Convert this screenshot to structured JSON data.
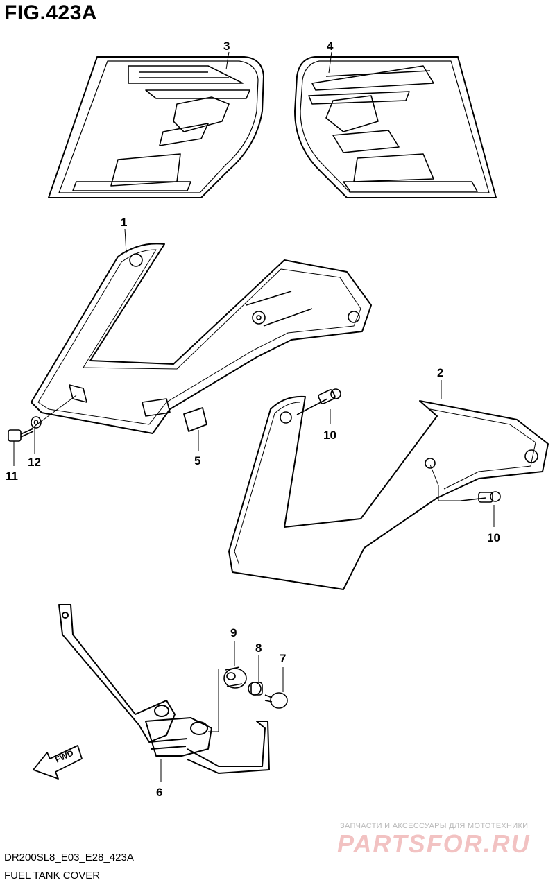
{
  "figure": {
    "title": "FIG.423A",
    "code": "DR200SL8_E03_E28_423A",
    "caption": "FUEL TANK COVER"
  },
  "callouts": [
    "1",
    "2",
    "3",
    "4",
    "5",
    "6",
    "7",
    "8",
    "9",
    "10",
    "10",
    "11",
    "12"
  ],
  "fwd_label": "FWD",
  "watermark": {
    "subtitle": "ЗАПЧАСТИ И АКСЕССУАРЫ ДЛЯ МОТОТЕХНИКИ",
    "brand": "PARTSFOR.RU"
  }
}
